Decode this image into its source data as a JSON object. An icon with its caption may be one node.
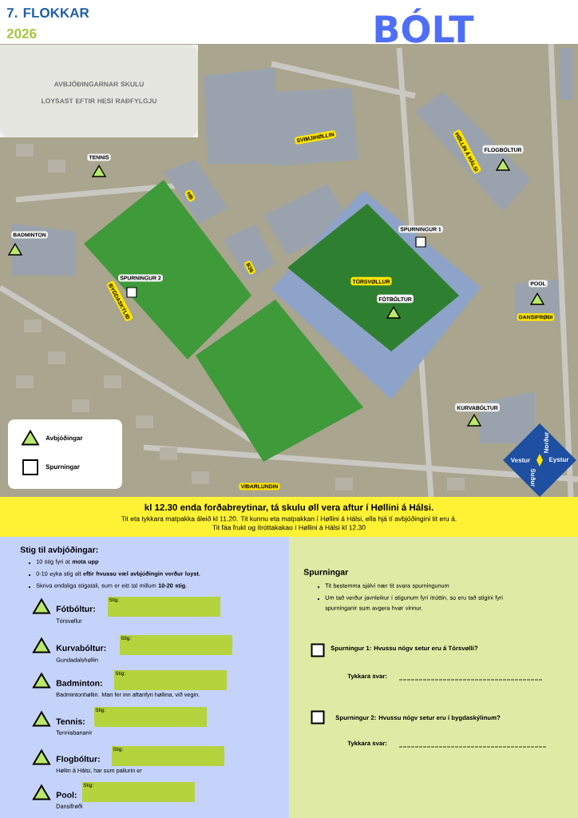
{
  "diagram": {
    "title": "BÓLT",
    "nodes": [
      {
        "text": [
          "AVBJÓÐINGARNAR SKULU LOYSAST EFTIR HESI RAÐFYLGJU"
        ]
      },
      {
        "text": [
          "SVIMJIHØLLIN"
        ]
      },
      {
        "text": [
          "HØLLIN Á HÁLSI"
        ]
      },
      {
        "text": [
          "FLOGBÓLTUR"
        ]
      },
      {
        "text": [
          "TENNIS"
        ]
      },
      {
        "text": [
          "HB"
        ]
      },
      {
        "text": [
          "BADMINTON"
        ]
      },
      {
        "text": [
          "SPURNINGUR 1"
        ]
      },
      {
        "text": [
          "B36"
        ]
      },
      {
        "text": [
          "SPURNINGUR 2"
        ]
      },
      {
        "text": [
          "BYGDASKÝLIÐ"
        ]
      },
      {
        "text": [
          "TÓRSVØLLUR"
        ]
      },
      {
        "text": [
          "FÓTBÓLTUR"
        ]
      },
      {
        "text": [
          "POOL"
        ]
      },
      {
        "text": [
          "DANSIFRØÐI"
        ]
      },
      {
        "text": [
          "KURVABÓLTUR"
        ]
      },
      {
        "text": [
          "VIÐARLUNDIN"
        ]
      },
      {
        "text": [
          "Norður",
          "Vestur",
          "Eystur",
          "Suður"
        ]
      },
      {
        "text": [
          "kl 12.30 enda forðabreytinar, tá skulu øll vera aftur í Høllini á Hálsi.",
          "Tit eta tykkara matpakka áleið kl 11.20. Tit kunnu eta matpakkan í Høllini á Hálsi, ella hjá tí avbjóðingini tit eru á.",
          "Tit fáa frukt og ítróttakakao í Høllini á Hálsi kl 12.30"
        ]
      },
      {
        "text": [
          "Stig til avbjóðingar:",
          "10 stig fyri at **mota upp**",
          "0-10 eyka stig alt **eftir hvussu væl avbjóðingin verður loyst.**",
          "Skriva endaliga stigatali, sum er eitt tal millum **10-20 stig**."
        ]
      },
      {
        "text": [
          "Stig:"
        ],
        "in": 19,
        "beside": [
          "Fótbóltur:",
          "Tórsvøllur"
        ]
      },
      {
        "text": [
          "Stig:"
        ],
        "in": 19,
        "beside": [
          "Kurvabóltur:",
          "Gundadalshøllin"
        ]
      },
      {
        "text": [
          "Stig:"
        ],
        "in": 19,
        "beside": [
          "Badminton:",
          "Badmintonhøllin. Man fer inn aftanfyri høllina, við vegin."
        ]
      },
      {
        "text": [
          "Stig:"
        ],
        "in": 19,
        "beside": [
          "Tennis:",
          "Tennisbananir"
        ]
      },
      {
        "text": [
          "Stig:"
        ],
        "in": 19,
        "beside": [
          "Flogbóltur:",
          "Høllin á Hálsi, har sum pallurin er"
        ]
      },
      {
        "text": [
          "Stig:"
        ],
        "in": 19,
        "beside": [
          "Pool:",
          "Dansifrøði"
        ]
      },
      {
        "text": [
          "Spurningar",
          "Tit bestemma sjálvi nær tit svara spurningunum",
          "Um tað verður javnleikur í stigunum fyri ítróttin, so eru tað stigini fyri spurninganir sum avgera hvør vinnur."
        ]
      },
      {
        "text": [],
        "shape": "box",
        "in": 26,
        "beside": [
          "Spurningur 1: Hvussu nógv setur eru á Tórsvølli?",
          "Tykkara svar:"
        ]
      },
      {
        "text": [],
        "shape": "box",
        "in": 26,
        "beside": [
          "Spurningur 2: Hvussu nógv setur eru í bygdaskýlinum?",
          "Tykkara svar:"
        ]
      }
    ],
    "labels": [
      "7. FLOKKAR",
      "2026"
    ],
    "legend": [
      {
        "text": "Avbjóðingar"
      },
      {
        "text": "Spurningar"
      }
    ]
  }
}
